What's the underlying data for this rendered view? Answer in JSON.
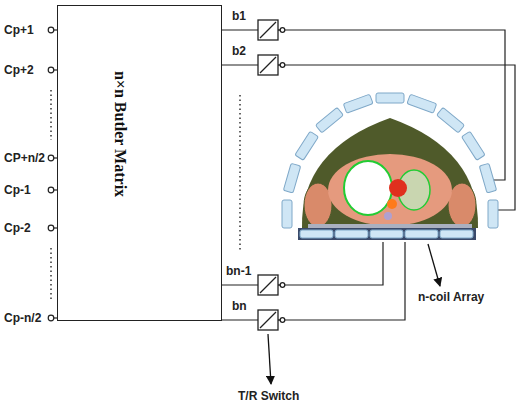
{
  "diagram": {
    "nodes": [
      {
        "text": [
          "n×n Butler Matrix"
        ]
      }
    ],
    "labels": [
      "Cp+1",
      "Cp+2",
      "CP+n/2",
      "Cp-1",
      "Cp-2",
      "Cp-n/2",
      "b1",
      "b2",
      "bn-1",
      "bn",
      "n-coil Array",
      "T/R Switch"
    ]
  }
}
